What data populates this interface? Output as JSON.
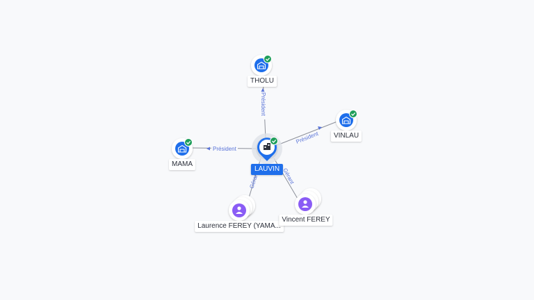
{
  "colors": {
    "company": "#1f6feb",
    "person": "#8a5cf5",
    "check": "#1e9e5a",
    "edge": "#6b7280",
    "edge_label": "#5a74d8"
  },
  "nodes": {
    "center": {
      "name": "LAUVIN",
      "icon": "building-icon",
      "verified": true
    },
    "tholu": {
      "name": "THOLU",
      "icon": "building-icon",
      "verified": true
    },
    "vinlau": {
      "name": "VINLAU",
      "icon": "building-icon",
      "verified": true
    },
    "mama": {
      "name": "MAMA",
      "icon": "building-icon",
      "verified": true
    },
    "laurence": {
      "name": "Laurence FEREY (YAMA...",
      "icon": "person-icon"
    },
    "vincent": {
      "name": "Vincent FEREY",
      "icon": "person-icon"
    }
  },
  "edges": {
    "tholu": {
      "label": "Président"
    },
    "vinlau": {
      "label": "Président"
    },
    "mama": {
      "label": "Président"
    },
    "laurence": {
      "label": "Gérant"
    },
    "vincent": {
      "label": "Gérant"
    }
  }
}
